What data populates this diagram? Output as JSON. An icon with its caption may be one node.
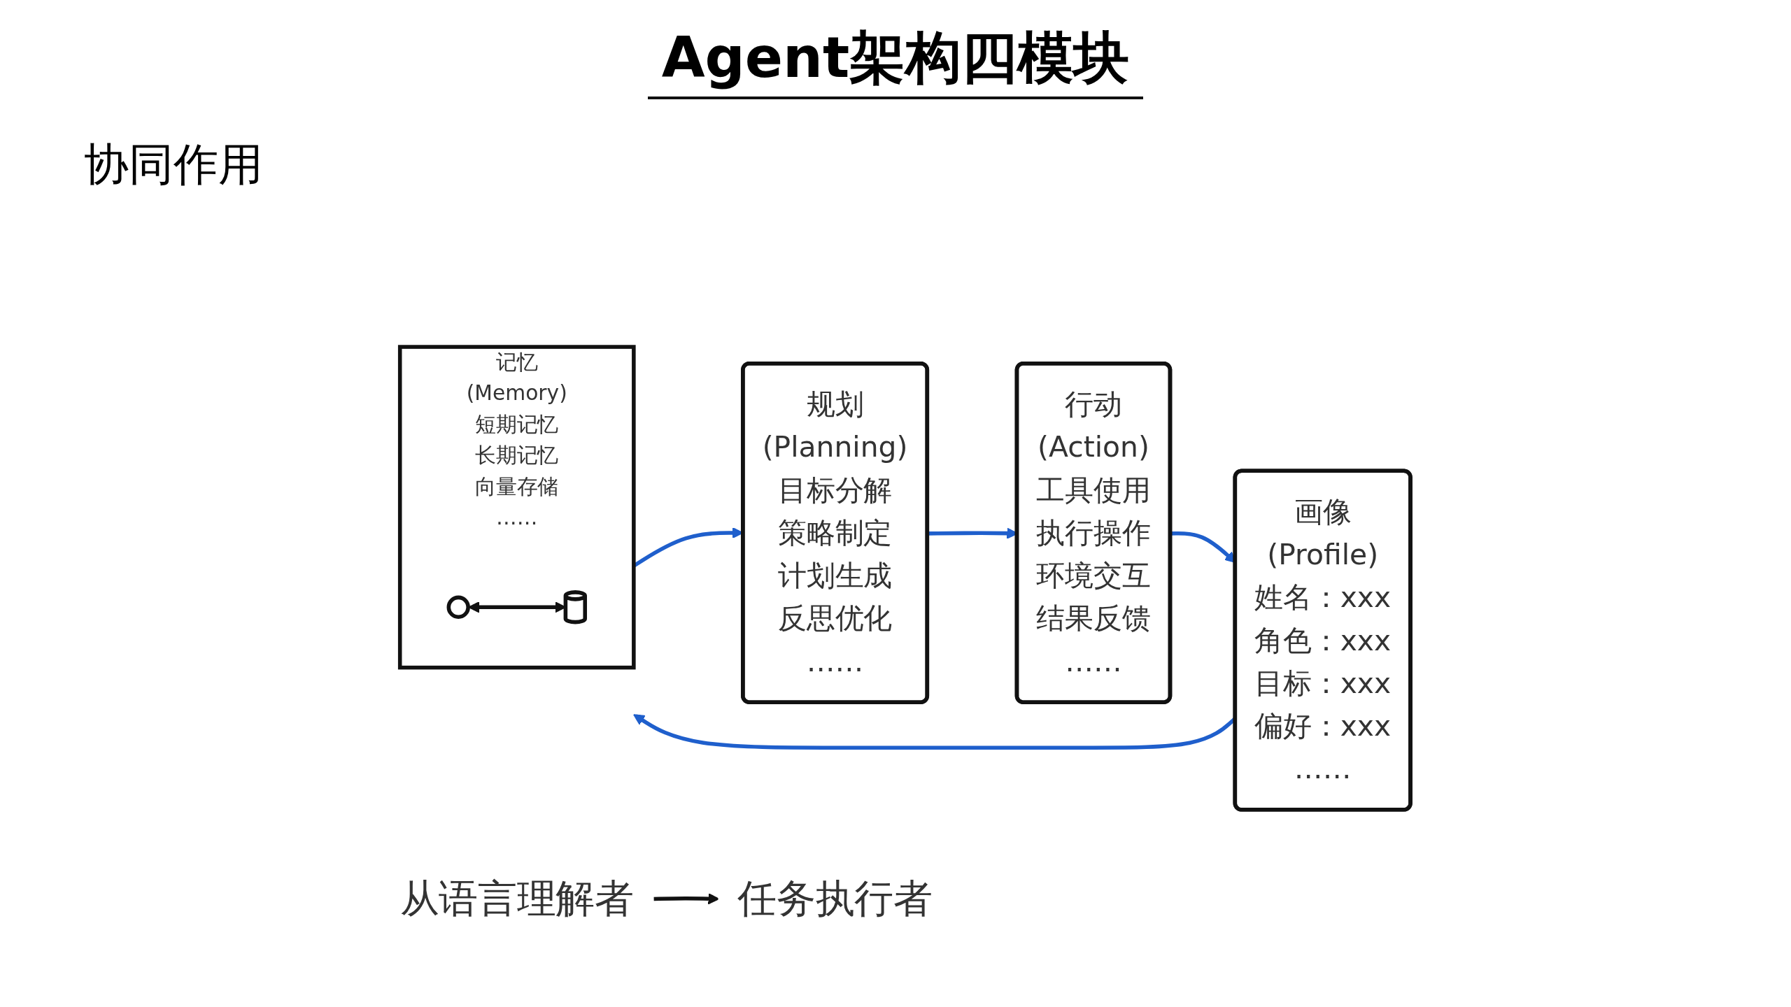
{
  "diagram": {
    "title": "Agent架构四模块",
    "nodes": [
      {
        "text": [
          "画像",
          "(Profile)",
          "姓名：xxx",
          "角色：xxx",
          "目标：xxx",
          "偏好：xxx",
          "……"
        ]
      },
      {
        "text": [
          "记忆",
          "(Memory)",
          "短期记忆",
          "长期记忆",
          "向量存储",
          "……"
        ]
      },
      {
        "text": [],
        "shape": "brain",
        "in": 1
      },
      {
        "text": [],
        "shape": "cylinder",
        "in": 1
      },
      {
        "text": [
          "规划",
          "(Planning)",
          "目标分解",
          "策略制定",
          "计划生成",
          "反思优化",
          "……"
        ]
      },
      {
        "text": [
          "行动",
          "(Action)",
          "工具使用",
          "执行操作",
          "环境交互",
          "结果反馈",
          "……"
        ]
      },
      {
        "text": [
          "从语言理解者"
        ]
      },
      {
        "text": [
          "任务执行者"
        ]
      }
    ],
    "edges": [
      {
        "from": 0,
        "to": 1,
        "arrow": "to",
        "color": "#1f5fcc"
      },
      {
        "from": 1,
        "to": 4,
        "arrow": "to",
        "color": "#1f5fcc"
      },
      {
        "from": 4,
        "to": 5,
        "arrow": "to",
        "color": "#1f5fcc"
      },
      {
        "from": 5,
        "to": 0,
        "arrow": "to",
        "color": "#1f5fcc"
      },
      {
        "from": 2,
        "to": 3,
        "arrow": "both",
        "color": "#111111"
      },
      {
        "from": 6,
        "to": 7,
        "arrow": "to",
        "color": "#111111"
      }
    ],
    "labels": [
      "协同作用"
    ]
  }
}
